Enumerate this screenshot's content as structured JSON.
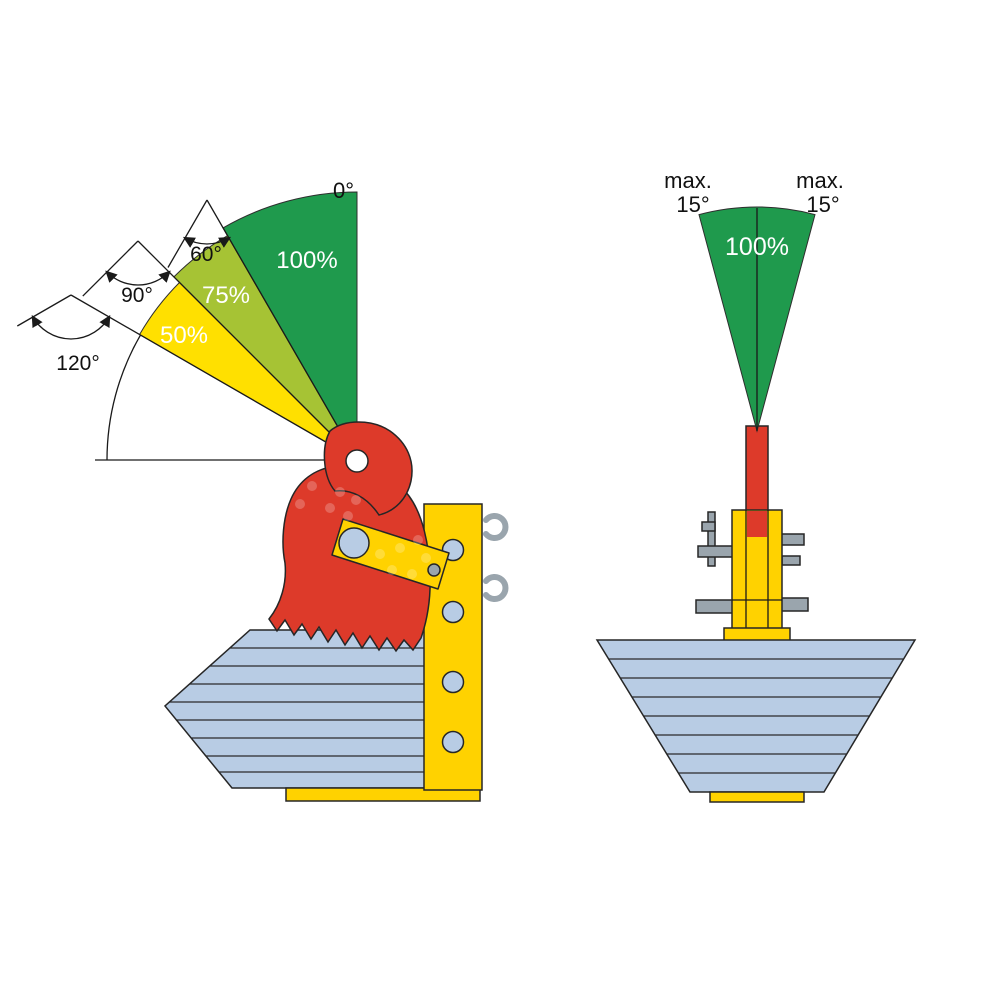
{
  "colors": {
    "green": "#1f9a4d",
    "olive_green": "#a6c334",
    "yellow": "#ffe000",
    "clamp_yellow": "#ffd200",
    "red": "#dd3a2a",
    "steel_blue": "#b8cce4",
    "gray": "#9aa5ad",
    "outline": "#262626"
  },
  "side_view": {
    "zero_label": "0°",
    "sectors": [
      {
        "name": "green",
        "capacity_label": "100%"
      },
      {
        "name": "olive",
        "capacity_label": "75%"
      },
      {
        "name": "yellow",
        "capacity_label": "50%"
      }
    ],
    "angle_markers": [
      {
        "label": "60°"
      },
      {
        "label": "90°"
      },
      {
        "label": "120°"
      }
    ]
  },
  "front_view": {
    "left_limit": {
      "word": "max.",
      "angle": "15°"
    },
    "right_limit": {
      "word": "max.",
      "angle": "15°"
    },
    "capacity_label": "100%"
  }
}
